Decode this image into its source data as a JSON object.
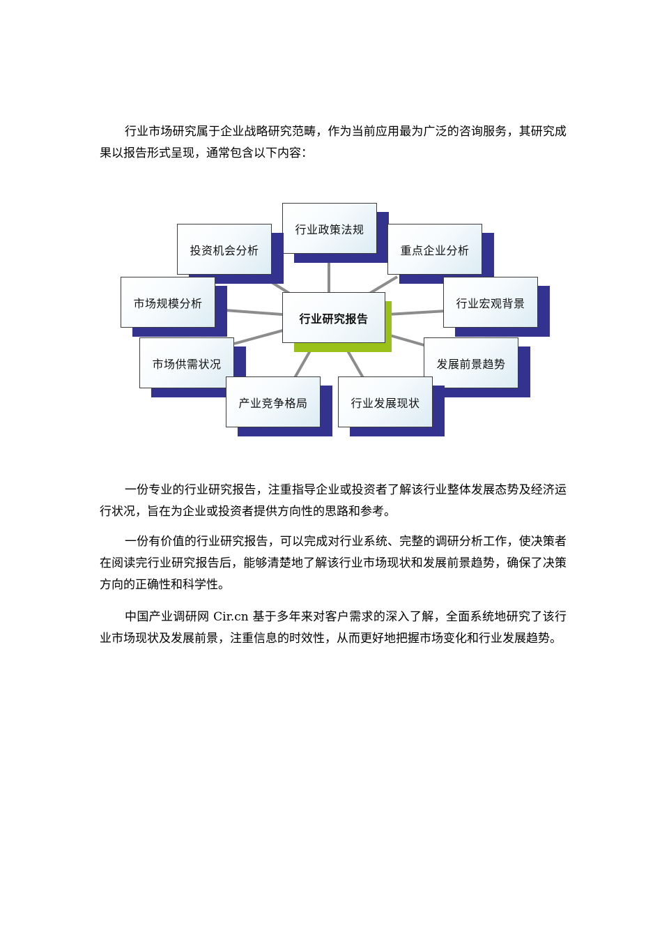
{
  "paragraphs": {
    "intro": "行业市场研究属于企业战略研究范畴，作为当前应用最为广泛的咨询服务，其研究成果以报告形式呈现，通常包含以下内容：",
    "p2": "一份专业的行业研究报告，注重指导企业或投资者了解该行业整体发展态势及经济运行状况，旨在为企业或投资者提供方向性的思路和参考。",
    "p3": "一份有价值的行业研究报告，可以完成对行业系统、完整的调研分析工作，使决策者在阅读完行业研究报告后，能够清楚地了解该行业市场现状和发展前景趋势，确保了决策方向的正确性和科学性。",
    "p4": "中国产业调研网 Cir.cn 基于多年来对客户需求的深入了解，全面系统地研究了该行业市场现状及发展前景，注重信息的时效性，从而更好地把握市场变化和行业发展趋势。"
  },
  "diagram": {
    "center": "行业研究报告",
    "nodes": [
      "行业政策法规",
      "投资机会分析",
      "重点企业分析",
      "市场规模分析",
      "行业宏观背景",
      "市场供需状况",
      "发展前景趋势",
      "产业竞争格局",
      "行业发展现状"
    ],
    "colors": {
      "shadow": "#33338f",
      "center_shadow": "#99c11a",
      "connector": "#8c8c8c"
    }
  }
}
